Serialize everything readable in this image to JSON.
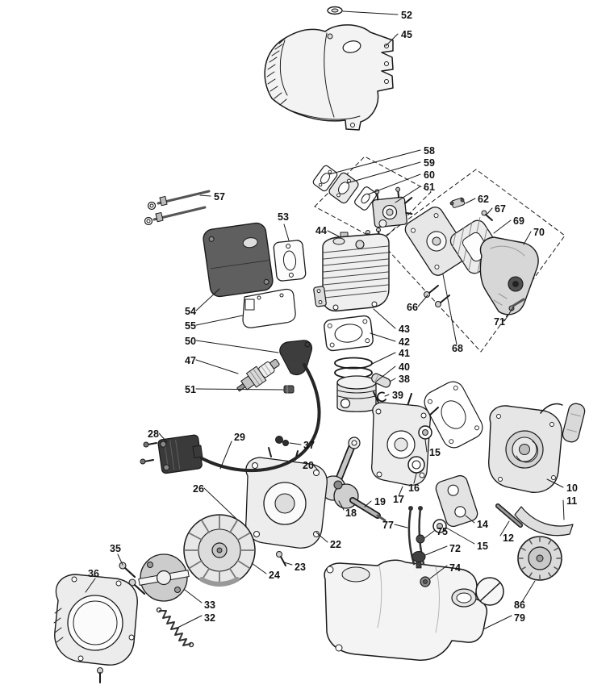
{
  "diagram": {
    "background": "#ffffff",
    "line_color": "#1a1a1a",
    "dark_part_color": "#3d3d3d",
    "light_part_color": "#ececec"
  },
  "labels": {
    "l52": "52",
    "l45": "45",
    "l58": "58",
    "l59": "59",
    "l60": "60",
    "l61": "61",
    "l57": "57",
    "l62": "62",
    "l67": "67",
    "l53": "53",
    "l69": "69",
    "l70": "70",
    "l44": "44",
    "l54": "54",
    "l55": "55",
    "l66": "66",
    "l71": "71",
    "l43": "43",
    "l42": "42",
    "l50": "50",
    "l41": "41",
    "l47": "47",
    "l40": "40",
    "l38": "38",
    "l51": "51",
    "l39": "39",
    "l68": "68",
    "l28": "28",
    "l29": "29",
    "l37": "37",
    "l15a": "15",
    "l20": "20",
    "l16": "16",
    "l17": "17",
    "l26": "26",
    "l10": "10",
    "l11": "11",
    "l18": "18",
    "l19": "19",
    "l14": "14",
    "l12": "12",
    "l15b": "15",
    "l22": "22",
    "l77": "77",
    "l75": "75",
    "l72": "72",
    "l35": "35",
    "l24": "24",
    "l23": "23",
    "l36": "36",
    "l74": "74",
    "l33": "33",
    "l32": "32",
    "l86": "86",
    "l79": "79"
  }
}
